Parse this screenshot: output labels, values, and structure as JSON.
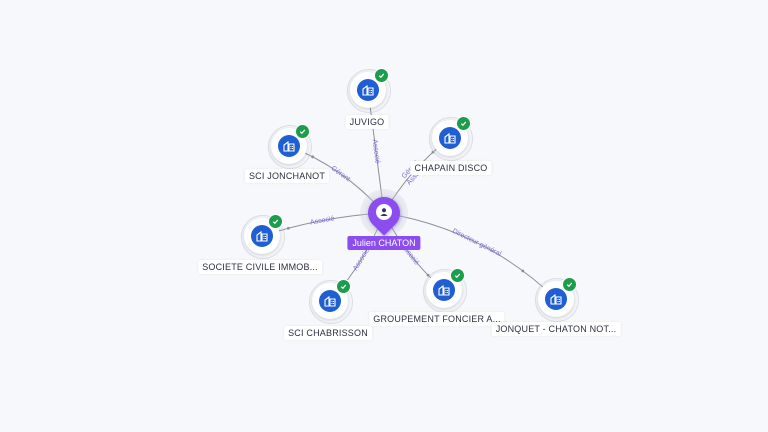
{
  "center": {
    "name": "Julien CHATON",
    "icon": "person-icon",
    "color": "#8c4df0"
  },
  "companies": [
    {
      "id": "juvigo",
      "name": "JUVIGO",
      "verified": true,
      "icon": "building-icon"
    },
    {
      "id": "sci-jonchanot",
      "name": "SCI JONCHANOT",
      "verified": true,
      "icon": "building-icon"
    },
    {
      "id": "chapain-disco",
      "name": "CHAPAIN DISCO",
      "verified": true,
      "icon": "building-icon"
    },
    {
      "id": "societe-civile-immob",
      "name": "SOCIETE CIVILE IMMOB...",
      "verified": true,
      "icon": "building-icon"
    },
    {
      "id": "sci-chabrisson",
      "name": "SCI CHABRISSON",
      "verified": true,
      "icon": "building-icon"
    },
    {
      "id": "groupement-foncier-a",
      "name": "GROUPEMENT FONCIER A...",
      "verified": true,
      "icon": "building-icon"
    },
    {
      "id": "jonquet-chaton-not",
      "name": "JONQUET - CHATON NOT...",
      "verified": true,
      "icon": "building-icon"
    }
  ],
  "links": [
    {
      "to": "juvigo",
      "roles": [
        "Associé"
      ]
    },
    {
      "to": "sci-jonchanot",
      "roles": [
        "Gérant"
      ]
    },
    {
      "to": "chapain-disco",
      "roles": [
        "Gérant",
        "Associé"
      ]
    },
    {
      "to": "societe-civile-immob",
      "roles": [
        "Associé"
      ]
    },
    {
      "to": "sci-chabrisson",
      "roles": [
        "Associé"
      ]
    },
    {
      "to": "groupement-foncier-a",
      "roles": [
        "Associé"
      ]
    },
    {
      "to": "jonquet-chaton-not",
      "roles": [
        "Directeur général"
      ]
    }
  ],
  "colors": {
    "building": "#1f5fd1",
    "verified": "#1e9c4e",
    "edge": "#8a8f9c",
    "edge_label": "#7b6cd9",
    "background": "#f7f8fb"
  }
}
